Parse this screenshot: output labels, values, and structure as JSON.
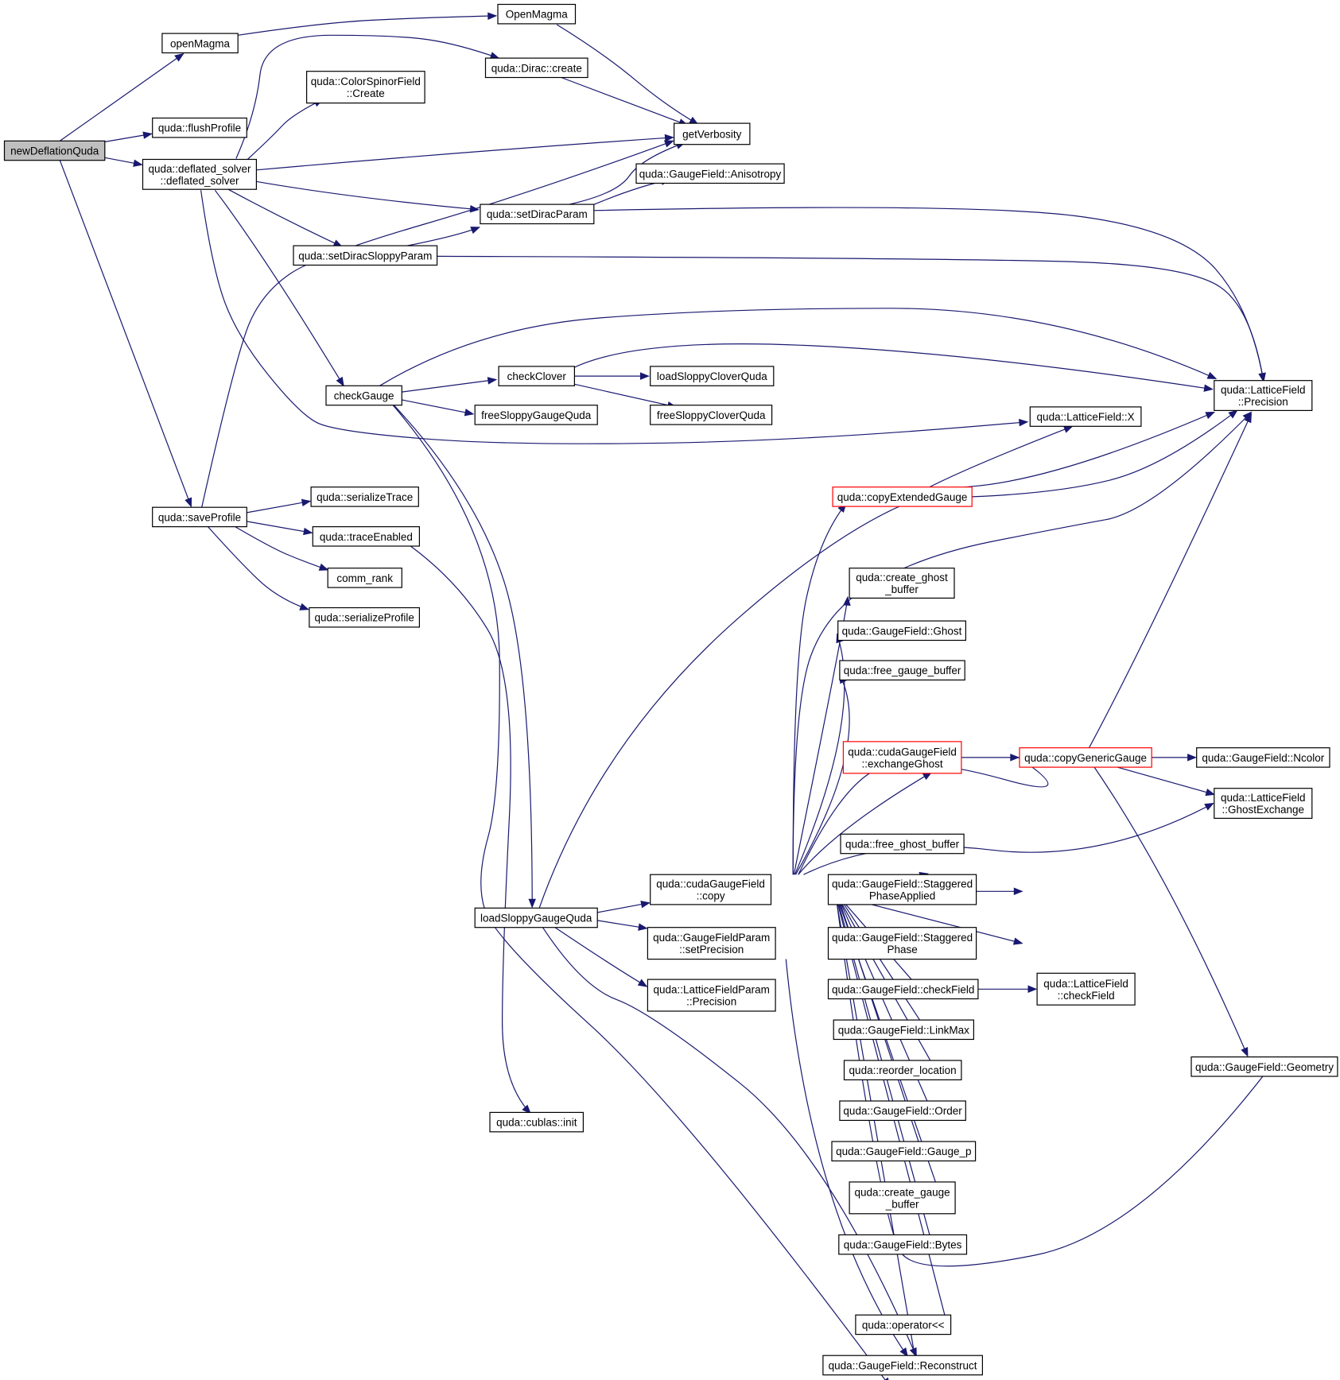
{
  "colors": {
    "edge": "#191970",
    "root_fill": "#bfbfbf",
    "node_fill": "#ffffff",
    "node_border": "#000000",
    "highlight_border": "#ff0000"
  },
  "nodes": {
    "newDeflationQuda": [
      "newDeflationQuda"
    ],
    "openMagma": [
      "openMagma"
    ],
    "OpenMagma": [
      "OpenMagma"
    ],
    "flushProfile": [
      "quda::flushProfile"
    ],
    "deflated_solver": [
      "quda::deflated_solver",
      "::deflated_solver"
    ],
    "saveProfile": [
      "quda::saveProfile"
    ],
    "diracCreate": [
      "quda::Dirac::create"
    ],
    "csfCreate": [
      "quda::ColorSpinorField",
      "::Create"
    ],
    "getVerbosity": [
      "getVerbosity"
    ],
    "anisotropy": [
      "quda::GaugeField::Anisotropy"
    ],
    "setDiracParam": [
      "quda::setDiracParam"
    ],
    "setDiracSloppyParam": [
      "quda::setDiracSloppyParam"
    ],
    "checkGauge": [
      "checkGauge"
    ],
    "checkClover": [
      "checkClover"
    ],
    "loadSloppyCloverQuda": [
      "loadSloppyCloverQuda"
    ],
    "freeSloppyCloverQuda": [
      "freeSloppyCloverQuda"
    ],
    "freeSloppyGaugeQuda": [
      "freeSloppyGaugeQuda"
    ],
    "lfPrecision": [
      "quda::LatticeField",
      "::Precision"
    ],
    "lfX": [
      "quda::LatticeField::X"
    ],
    "serializeTrace": [
      "quda::serializeTrace"
    ],
    "traceEnabled": [
      "quda::traceEnabled"
    ],
    "commRank": [
      "comm_rank"
    ],
    "serializeProfile": [
      "quda::serializeProfile"
    ],
    "copyExtendedGauge": [
      "quda::copyExtendedGauge"
    ],
    "createGhostBuffer": [
      "quda::create_ghost",
      "_buffer"
    ],
    "gfGhost": [
      "quda::GaugeField::Ghost"
    ],
    "freeGaugeBuffer": [
      "quda::free_gauge_buffer"
    ],
    "exchangeGhost": [
      "quda::cudaGaugeField",
      "::exchangeGhost"
    ],
    "copyGenericGauge": [
      "quda::copyGenericGauge"
    ],
    "nColor": [
      "quda::GaugeField::Ncolor"
    ],
    "ghostExchange": [
      "quda::LatticeField",
      "::GhostExchange"
    ],
    "freeGhostBuffer": [
      "quda::free_ghost_buffer"
    ],
    "cgfCopy": [
      "quda::cudaGaugeField",
      "::copy"
    ],
    "staggeredPhaseApplied": [
      "quda::GaugeField::Staggered",
      "PhaseApplied"
    ],
    "staggeredPhase": [
      "quda::GaugeField::Staggered",
      "Phase"
    ],
    "loadSloppyGaugeQuda": [
      "loadSloppyGaugeQuda"
    ],
    "gfpSetPrecision": [
      "quda::GaugeFieldParam",
      "::setPrecision"
    ],
    "lfpPrecision": [
      "quda::LatticeFieldParam",
      "::Precision"
    ],
    "checkField": [
      "quda::GaugeField::checkField"
    ],
    "lfCheckField": [
      "quda::LatticeField",
      "::checkField"
    ],
    "linkMax": [
      "quda::GaugeField::LinkMax"
    ],
    "reorderLocation": [
      "quda::reorder_location"
    ],
    "gfOrder": [
      "quda::GaugeField::Order"
    ],
    "gaugeP": [
      "quda::GaugeField::Gauge_p"
    ],
    "createGaugeBuffer": [
      "quda::create_gauge",
      "_buffer"
    ],
    "gfBytes": [
      "quda::GaugeField::Bytes"
    ],
    "operatorLtLt": [
      "quda::operator<<"
    ],
    "reconstruct": [
      "quda::GaugeField::Reconstruct"
    ],
    "geometry": [
      "quda::GaugeField::Geometry"
    ],
    "cublasInit": [
      "quda::cublas::init"
    ]
  }
}
